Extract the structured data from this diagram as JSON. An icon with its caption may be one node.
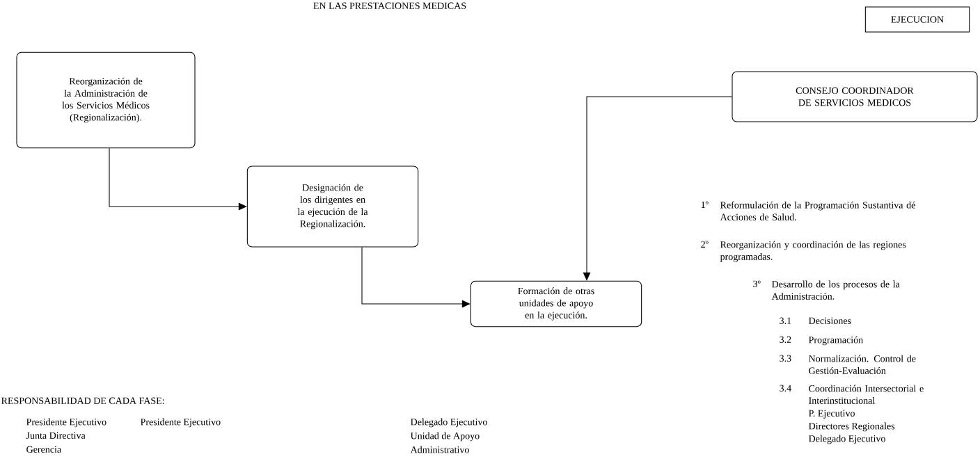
{
  "diagram": {
    "title": "EN LAS PRESTACIONES MEDICAS",
    "nodes": [
      {
        "text": [
          "EJECUCION"
        ]
      },
      {
        "text": [
          "Reorganización de la Administración de los Servicios Médicos (Regionalización)."
        ]
      },
      {
        "text": [
          "Designación de los dirigentes en la ejecución de la Regionalización."
        ]
      },
      {
        "text": [
          "Formación de otras unidades de apoyo en la ejecución."
        ]
      },
      {
        "text": [
          "CONSEJO COORDINADOR DE SERVICIOS MEDICOS"
        ]
      }
    ],
    "edges": [
      {
        "from": 1,
        "to": 2,
        "arrow": "to"
      },
      {
        "from": 2,
        "to": 3,
        "arrow": "to"
      },
      {
        "from": 4,
        "to": 3,
        "arrow": "to"
      }
    ],
    "labels": [
      "1º",
      "Reformulación de la Programación Sustantiva dé Acciones de Salud.",
      "2º",
      "Reorganización y coordinación de las regiones programadas.",
      "3º",
      "Desarrollo de los procesos de la Administración.",
      "3.1",
      "Decisiones",
      "3.2",
      "Programación",
      "3.3",
      "Normalización. Control de Gestión-Evaluación",
      "3.4",
      "Coordinación Intersectorial e Interinstitucional",
      "P. Ejecutivo",
      "Directores Regionales",
      "Delegado Ejecutivo",
      "RESPONSABILIDAD DE CADA FASE:",
      "Presidente Ejecutivo",
      "Junta Directiva",
      "Gerencia",
      "Presidente Ejecutivo",
      "Delegado Ejecutivo",
      "Unidad de Apoyo",
      "Administrativo"
    ]
  }
}
